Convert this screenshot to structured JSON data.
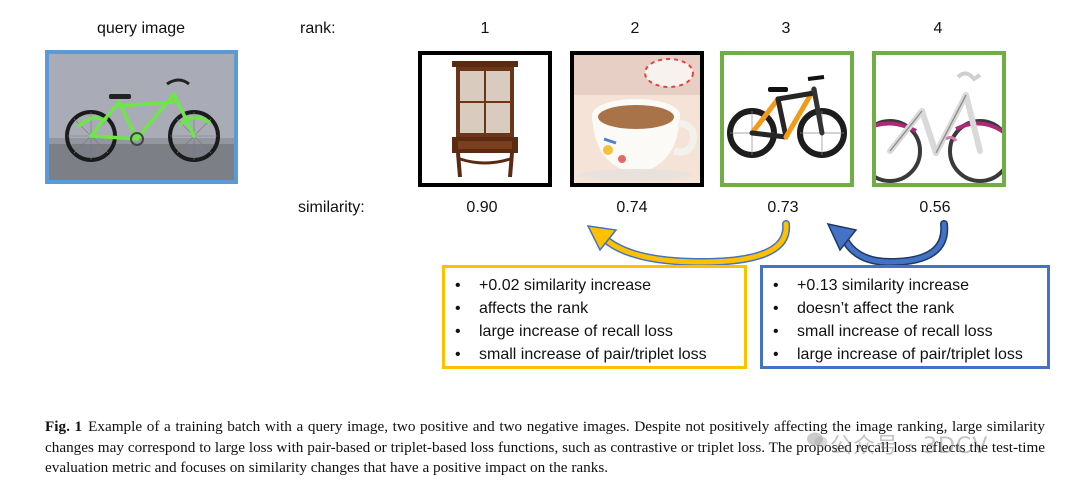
{
  "header": {
    "query_label": "query image",
    "rank_label": "rank:",
    "similarity_label": "similarity:"
  },
  "results": [
    {
      "rank": "1",
      "similarity": "0.90",
      "frame_color": "#000000",
      "depicts": "cabinet"
    },
    {
      "rank": "2",
      "similarity": "0.74",
      "frame_color": "#000000",
      "depicts": "coffee-cup"
    },
    {
      "rank": "3",
      "similarity": "0.73",
      "frame_color": "#70ad47",
      "depicts": "mountain-bike"
    },
    {
      "rank": "4",
      "similarity": "0.56",
      "frame_color": "#70ad47",
      "depicts": "white-bike"
    }
  ],
  "query": {
    "frame_color": "#5b9bd5",
    "depicts": "green-bicycle"
  },
  "boxes": {
    "left": {
      "border_color": "#ffc000",
      "items": [
        "+0.02 similarity increase",
        "affects the rank",
        "large increase of recall loss",
        "small increase of pair/triplet loss"
      ]
    },
    "right": {
      "border_color": "#4472c4",
      "items": [
        "+0.13 similarity increase",
        "doesn’t affect the rank",
        "small increase of recall loss",
        "large increase of pair/triplet loss"
      ]
    }
  },
  "caption": {
    "label": "Fig. 1",
    "text": "Example of a training batch with a query image, two positive and two negative images. Despite not positively affecting the image ranking, large similarity changes may correspond to large loss with pair-based or triplet-based loss functions, such as contrastive or triplet loss. The proposed recall loss reflects the test-time evaluation metric and focuses on similarity changes that have a positive impact on the ranks."
  },
  "watermark": "公众号 · 3DCV",
  "arrow_colors": {
    "left": "#ffc000",
    "right": "#4472c4"
  }
}
